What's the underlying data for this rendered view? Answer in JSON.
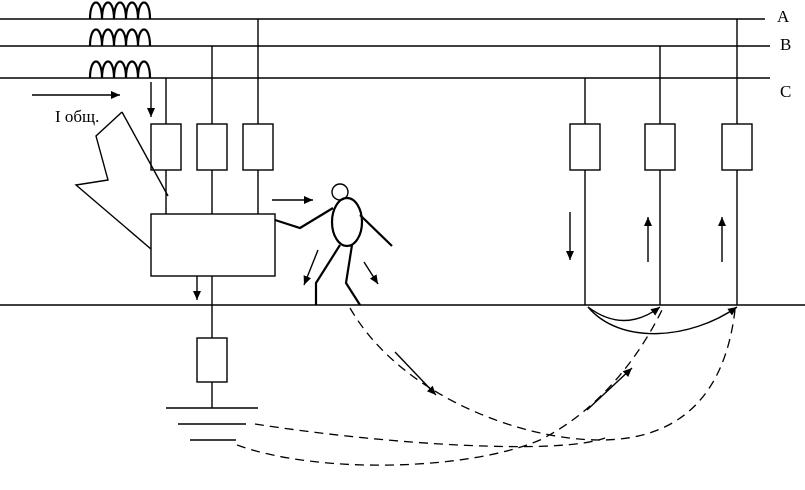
{
  "labels": {
    "phase_a": "A",
    "phase_b": "B",
    "phase_c": "C",
    "current_label": "I общ."
  },
  "colors": {
    "stroke": "#000000",
    "background": "#ffffff"
  }
}
